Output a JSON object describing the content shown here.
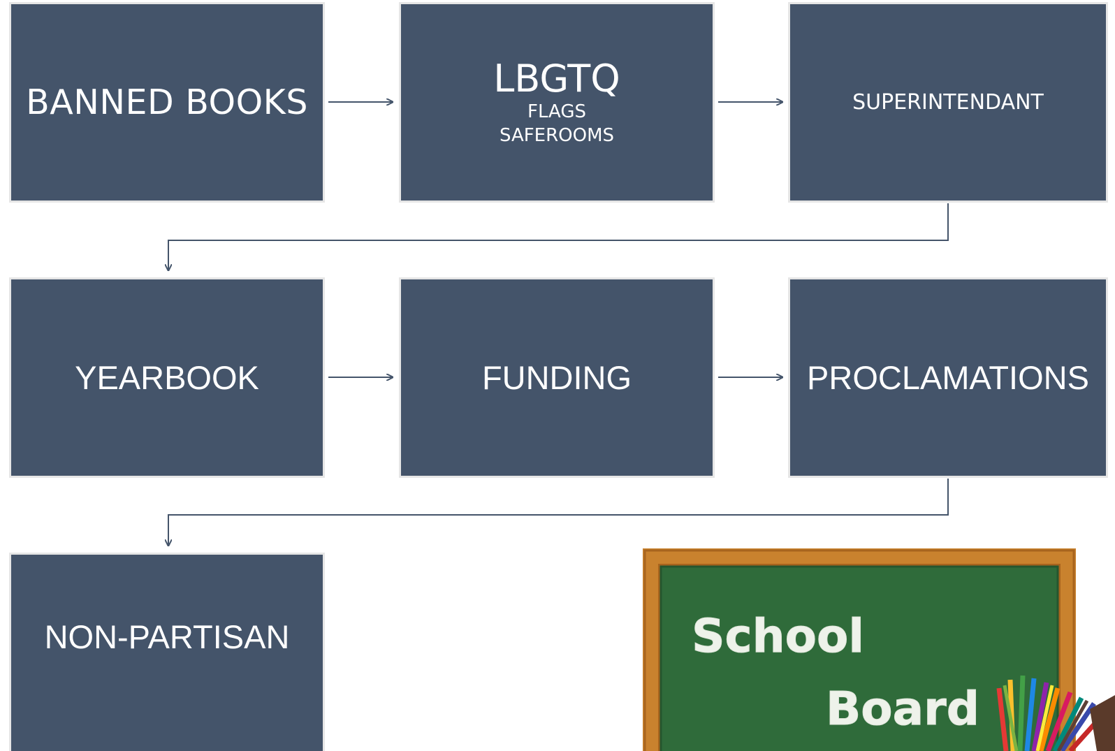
{
  "boxes": {
    "banned_books": "BANNED BOOKS",
    "lbgtq": {
      "title": "LBGTQ",
      "line1": "FLAGS",
      "line2": "SAFEROOMS"
    },
    "superintendant": "SUPERINTENDANT",
    "yearbook": "YEARBOOK",
    "funding": "FUNDING",
    "proclamations": "PROCLAMATIONS",
    "non_partisan": "NON-PARTISAN"
  },
  "chalkboard": {
    "line1": "School",
    "line2": "Board"
  },
  "colors": {
    "box_fill": "#44546a",
    "box_border": "#e6e6e6",
    "connector": "#44546a",
    "board_green": "#2f6b3a",
    "board_frame": "#c9822e"
  },
  "icons": {
    "pencils": "colored-pencils-cup"
  }
}
